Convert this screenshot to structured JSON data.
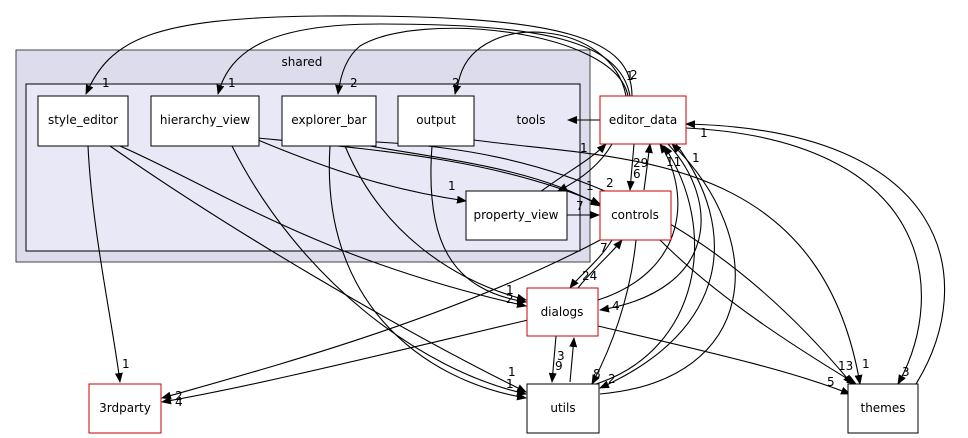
{
  "clusters": {
    "shared": "shared",
    "tools": "tools"
  },
  "nodes": {
    "style_editor": "style_editor",
    "hierarchy_view": "hierarchy_view",
    "explorer_bar": "explorer_bar",
    "output": "output",
    "property_view": "property_view",
    "editor_data": "editor_data",
    "controls": "controls",
    "dialogs": "dialogs",
    "thirdparty": "3rdparty",
    "utils": "utils",
    "themes": "themes"
  },
  "edge_labels": {
    "ed_style": "1",
    "ed_hier": "1",
    "ed_expl": "2",
    "ed_out": "2",
    "ed_top_a": "1",
    "ed_top_b": "2",
    "ed_tools": "7",
    "pv_ed": "1",
    "ed_ctl_a": "29",
    "ed_ctl_b": "6",
    "ctl_from_a": "1",
    "ctl_from_b": "2",
    "pv_ctl": "7",
    "ed_right": "11",
    "ed_right2": "1",
    "ed_themes": "1",
    "pv_in": "1",
    "dialogs_ctl_a": "24",
    "dialogs_ctl_b": "7",
    "dialogs_left": "1",
    "dialogs_right": "4",
    "dialogs_mid": "2",
    "utils_dialogs_a": "3",
    "utils_dialogs_b": "9",
    "utils_left_a": "1",
    "utils_left_b": "1",
    "utils_right_a": "8",
    "utils_right_b": "2",
    "third_top": "1",
    "third_a": "4",
    "third_b": "2",
    "themes_a": "13",
    "themes_b": "5",
    "themes_c": "1",
    "themes_d": "3"
  }
}
